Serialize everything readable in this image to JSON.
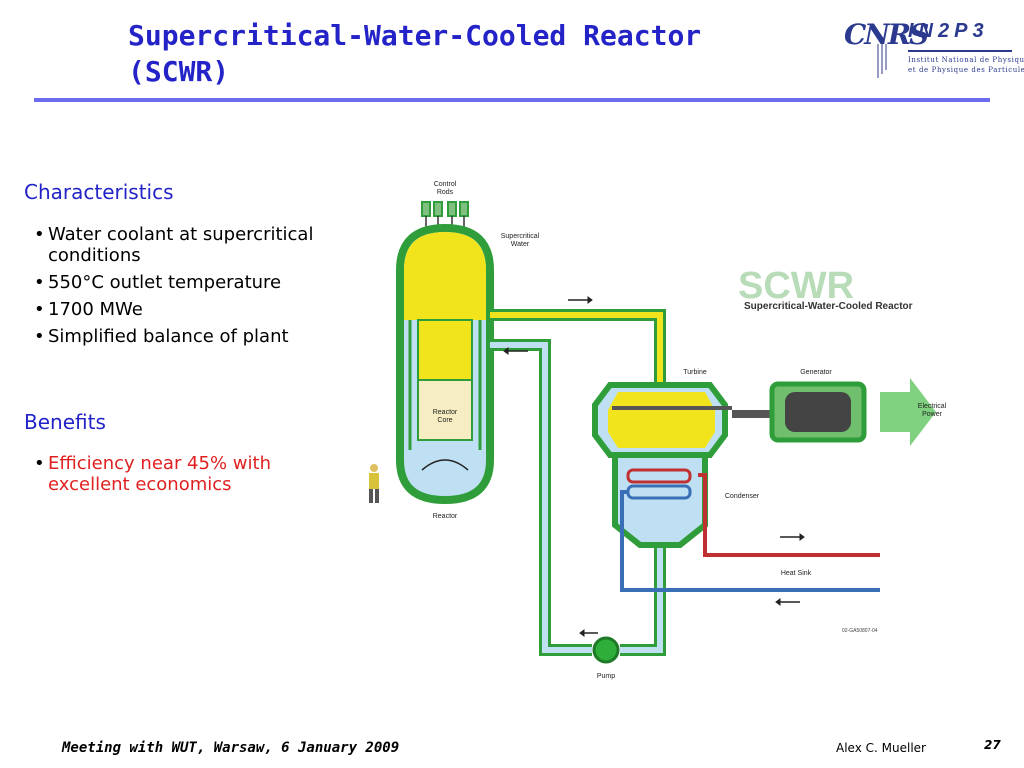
{
  "slide": {
    "title_line1": "Supercritical-Water-Cooled Reactor",
    "title_line2": "(SCWR)"
  },
  "logo": {
    "cnrs": "CNRS",
    "in2p3": "IN2P3",
    "line1": "Institut National de Physique Nucléaire",
    "line2": "et de Physique des Particules"
  },
  "characteristics": {
    "heading": "Characteristics",
    "items": [
      "Water coolant at supercritical conditions",
      "550°C outlet temperature",
      "1700 MWe",
      "Simplified balance of plant"
    ]
  },
  "benefits": {
    "heading": "Benefits",
    "items": [
      "Efficiency near 45% with excellent economics"
    ]
  },
  "diagram": {
    "labels": {
      "control_rods_1": "Control",
      "control_rods_2": "Rods",
      "supercritical_1": "Supercritical",
      "supercritical_2": "Water",
      "reactor_core_1": "Reactor",
      "reactor_core_2": "Core",
      "reactor": "Reactor",
      "turbine": "Turbine",
      "generator": "Generator",
      "electrical_1": "Electrical",
      "electrical_2": "Power",
      "condenser": "Condenser",
      "heat_sink": "Heat Sink",
      "pump": "Pump",
      "code": "02-GA50807-04",
      "scwr": "SCWR",
      "scwr_full": "Supercritical-Water-Cooled Reactor"
    },
    "colors": {
      "green_pipe": "#2f9e3a",
      "yellow_water": "#f2e41c",
      "light_blue": "#bfe0f2",
      "red_pipe": "#c03030",
      "blue_pipe": "#3a6fb5"
    }
  },
  "footer": {
    "meeting": "Meeting with WUT, Warsaw, 6 January 2009",
    "author": "Alex C. Mueller",
    "page": "27"
  }
}
